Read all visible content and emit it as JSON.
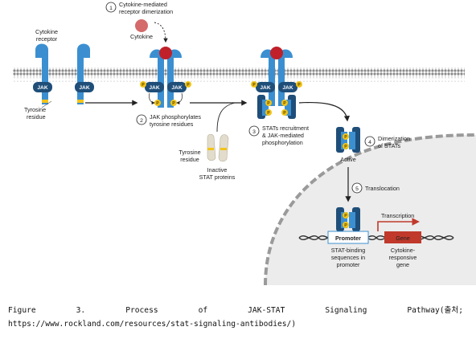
{
  "diagram": {
    "steps": [
      {
        "number": "1",
        "text": [
          "Cytokine-mediated",
          "receptor dimerization"
        ]
      },
      {
        "number": "2",
        "text": [
          "JAK phosphorylates",
          "tyrosine residues"
        ]
      },
      {
        "number": "3",
        "text": [
          "STATs recruitment",
          "& JAK-mediated",
          "phosphorylation"
        ]
      },
      {
        "number": "4",
        "text": [
          "Dimerization",
          "of STATs"
        ]
      },
      {
        "number": "5",
        "text": [
          "Translocation"
        ]
      }
    ],
    "labels": {
      "cytokine_receptor": [
        "Cytokine",
        "receptor"
      ],
      "cytokine": "Cytokine",
      "jak": "JAK",
      "tyrosine_residue": [
        "Tyrosine",
        "residue"
      ],
      "inactive_stat": [
        "Inactive",
        "STAT proteins"
      ],
      "phospho": "P",
      "active": "Active",
      "transcription": "Transcription",
      "promoter": "Promoter",
      "gene": "Gene",
      "stat_binding": [
        "STAT-binding",
        "sequences in",
        "promoter"
      ],
      "cytokine_responsive": [
        "Cytokine-",
        "responsive",
        "gene"
      ]
    },
    "colors": {
      "receptor": "#3b8fd1",
      "receptor_dark": "#1f5f96",
      "jak": "#1f4e79",
      "cytokine": "#c0202a",
      "phospho": "#f2c318",
      "stat": "#d9d3c3",
      "gene": "#c0392b",
      "arrow_red": "#c0392b",
      "nucleus": "#ebebeb"
    }
  },
  "caption": {
    "words": [
      "Figure",
      "3.",
      "Process",
      "of",
      "JAK-STAT",
      "Signaling",
      "Pathway(출처;"
    ],
    "url": "https://www.rockland.com/resources/stat-signaling-antibodies/)"
  }
}
